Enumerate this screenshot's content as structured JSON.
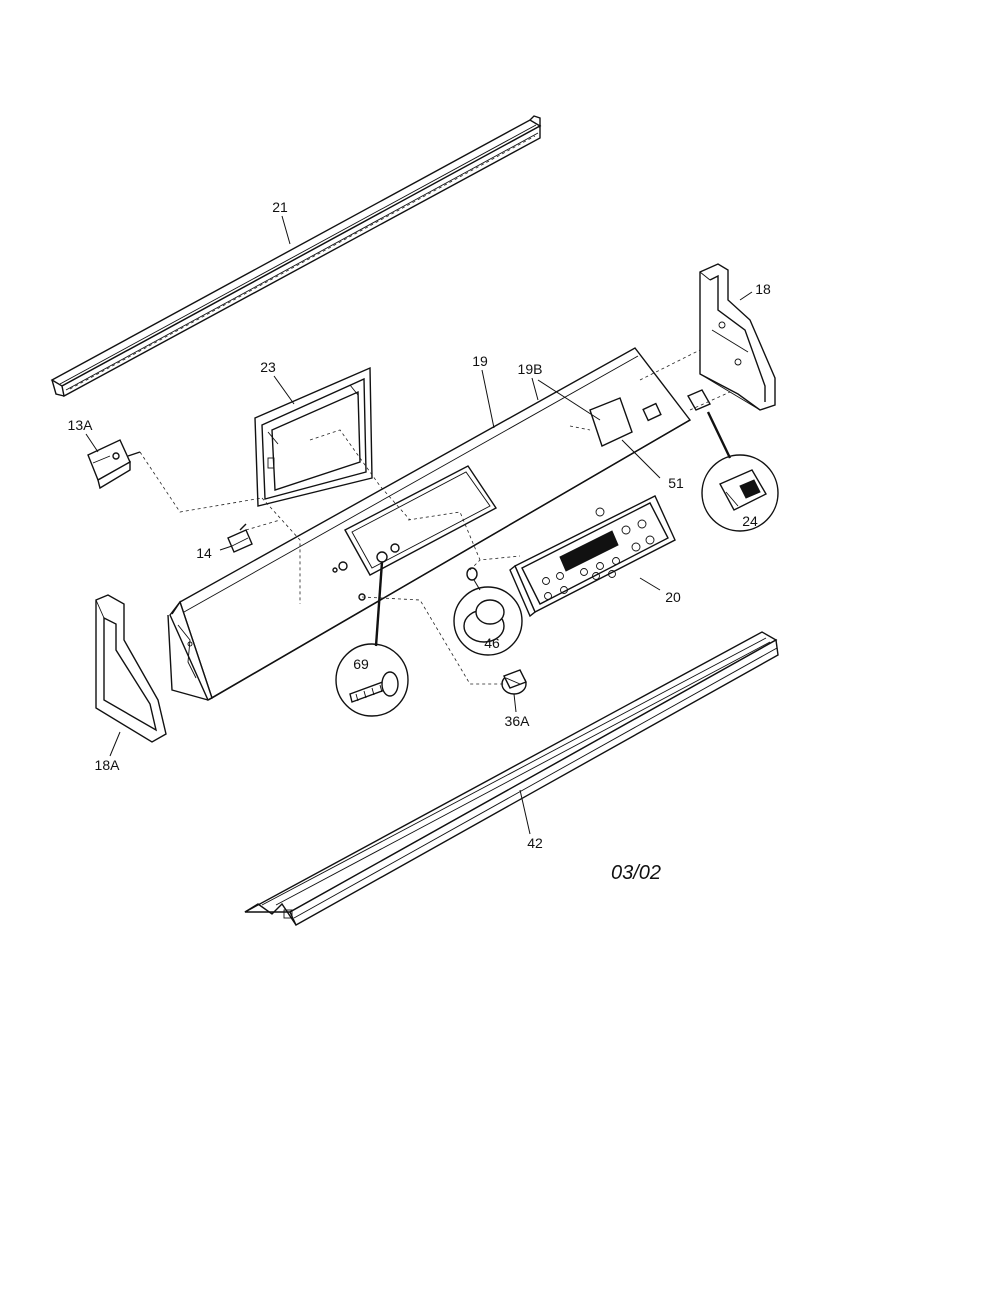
{
  "parts": [
    {
      "id": "p21",
      "label": "21"
    },
    {
      "id": "p18",
      "label": "18"
    },
    {
      "id": "p23",
      "label": "23"
    },
    {
      "id": "p19",
      "label": "19"
    },
    {
      "id": "p19b",
      "label": "19B"
    },
    {
      "id": "p13a",
      "label": "13A"
    },
    {
      "id": "p51",
      "label": "51"
    },
    {
      "id": "p24",
      "label": "24"
    },
    {
      "id": "p14",
      "label": "14"
    },
    {
      "id": "p20",
      "label": "20"
    },
    {
      "id": "p46",
      "label": "46"
    },
    {
      "id": "p69",
      "label": "69"
    },
    {
      "id": "p36a",
      "label": "36A"
    },
    {
      "id": "p18a",
      "label": "18A"
    },
    {
      "id": "p42",
      "label": "42"
    }
  ],
  "date_code": "03/02"
}
